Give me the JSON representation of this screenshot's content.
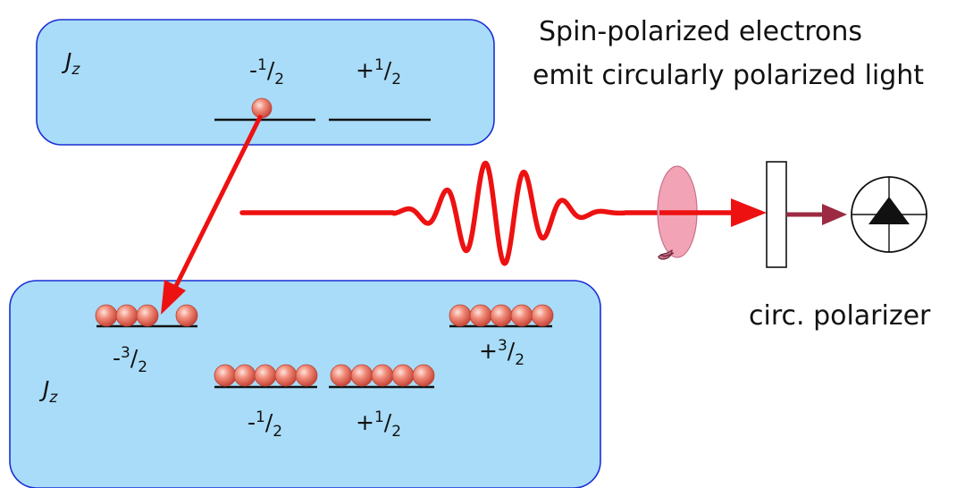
{
  "title_line1": "Spin-polarized electrons",
  "title_line2": "emit circularly polarized light",
  "polarizer_label": "circ. polarizer",
  "upper_box": {
    "jz_symbol": "J",
    "jz_sub": "z",
    "levels": [
      {
        "sign": "-",
        "num": "1",
        "den": "2",
        "electrons": 1
      },
      {
        "sign": "+",
        "num": "1",
        "den": "2",
        "electrons": 0
      }
    ]
  },
  "lower_box": {
    "jz_symbol": "J",
    "jz_sub": "z",
    "levels": [
      {
        "sign": "-",
        "num": "3",
        "den": "2",
        "electrons": 4
      },
      {
        "sign": "-",
        "num": "1",
        "den": "2",
        "electrons": 5
      },
      {
        "sign": "+",
        "num": "1",
        "den": "2",
        "electrons": 5
      },
      {
        "sign": "+",
        "num": "3",
        "den": "2",
        "electrons": 5
      }
    ]
  },
  "colors": {
    "box_fill": "#a9dcf8",
    "box_stroke": "#1a2fd6",
    "arrow_red": "#ee1111",
    "polarized_arrow": "#9b2a42",
    "ellipse_fill": "#f2a4b6",
    "electron_fill": "#f08070"
  },
  "icons": {
    "detector": "photodiode-icon",
    "polarizer": "polarizer-plate"
  }
}
